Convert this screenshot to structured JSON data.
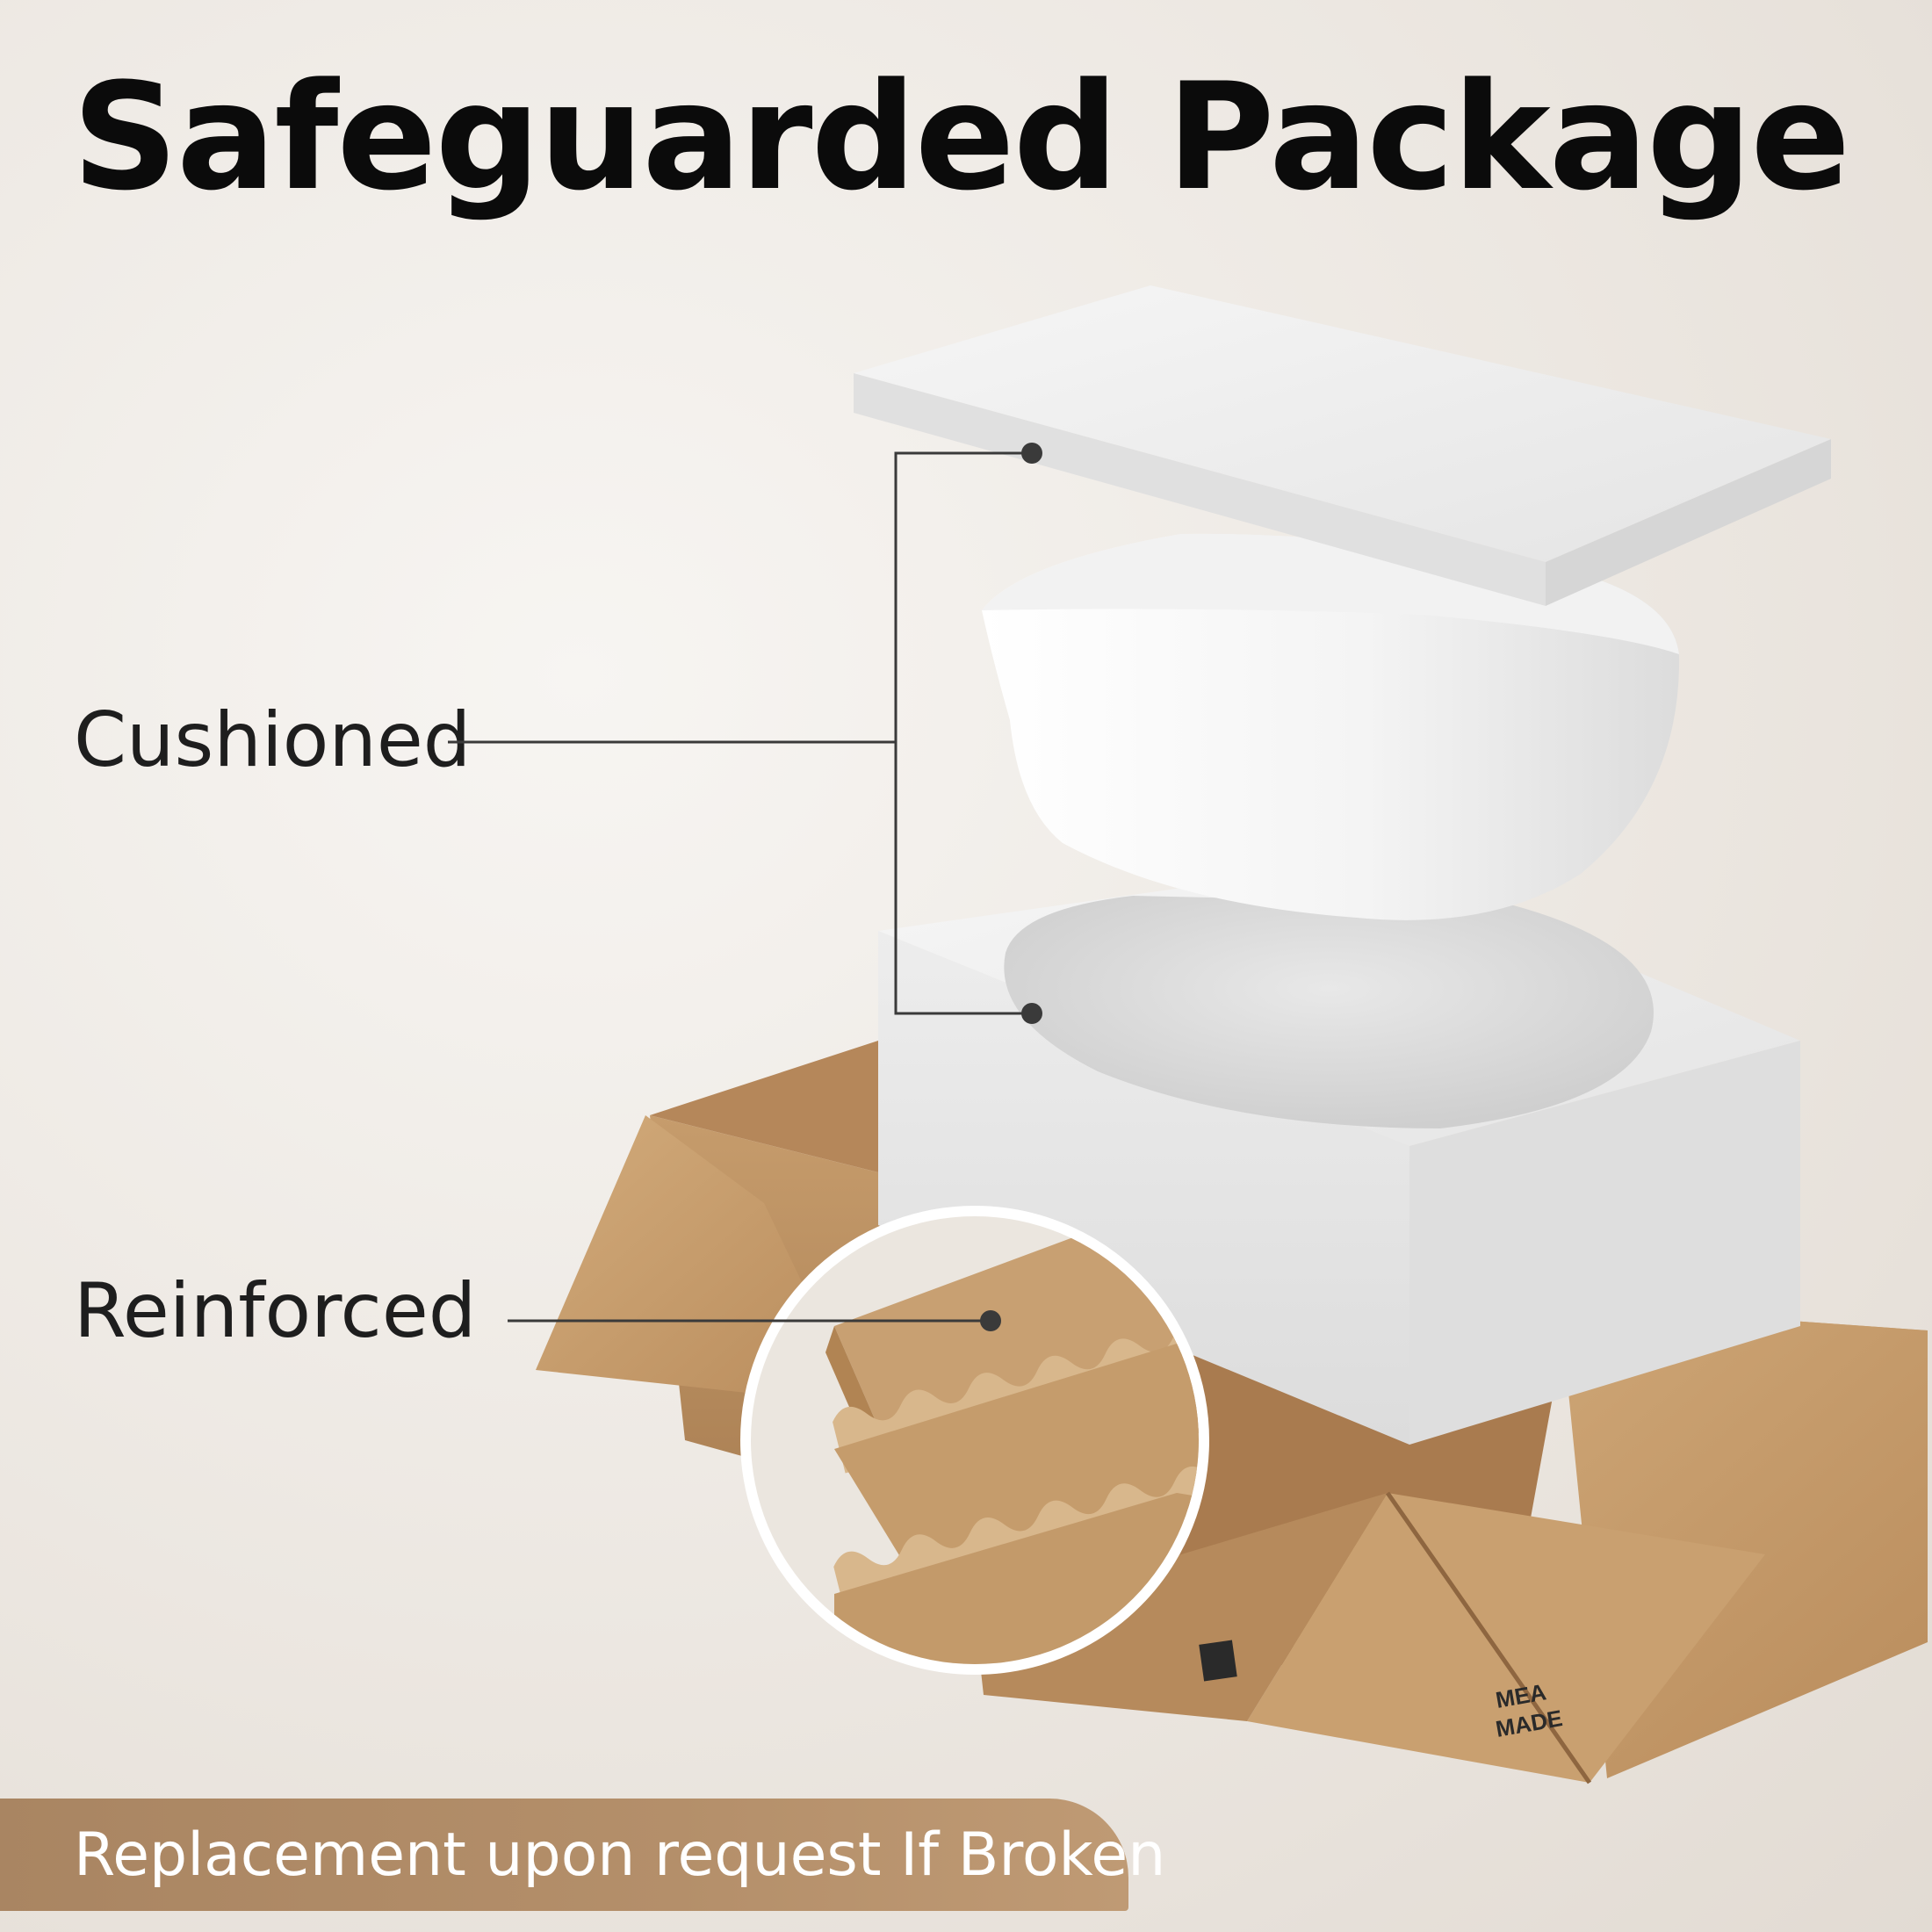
{
  "page": {
    "title": "Safeguarded Package",
    "callouts": [
      {
        "label": "Cushioned"
      },
      {
        "label": "Reinforced"
      }
    ],
    "banner": "Replacement upon request If Broken",
    "box_print": [
      "MEA",
      "MADE"
    ]
  },
  "colors": {
    "background": "#ece7e1",
    "title": "#0b0b0b",
    "foam": "#f1f1f1",
    "cardboard": "#c89e6d",
    "banner": "#b08b66",
    "callout_line": "#333333"
  },
  "icons": {
    "callout_dot": "dot-icon",
    "fragile_mark": "fragile-icon"
  }
}
